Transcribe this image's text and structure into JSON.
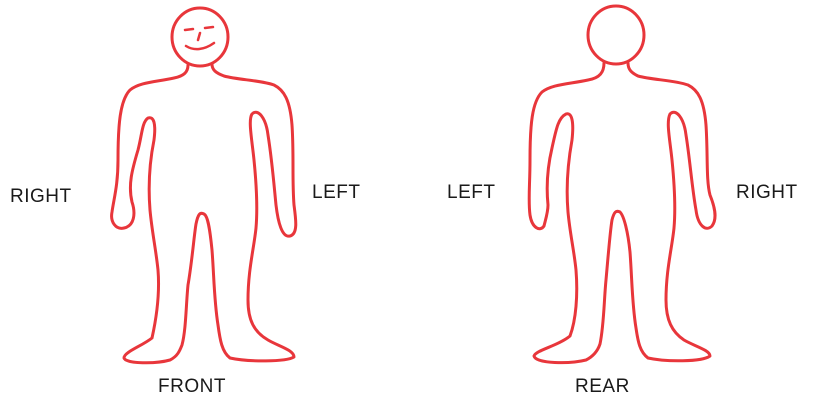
{
  "diagram": {
    "outline_color": "#e8363b",
    "text_color": "#1a1a1a",
    "front": {
      "title": "FRONT",
      "side_label_left_of_figure": "RIGHT",
      "side_label_right_of_figure": "LEFT",
      "has_face": true
    },
    "rear": {
      "title": "REAR",
      "side_label_left_of_figure": "LEFT",
      "side_label_right_of_figure": "RIGHT",
      "has_face": false
    }
  }
}
